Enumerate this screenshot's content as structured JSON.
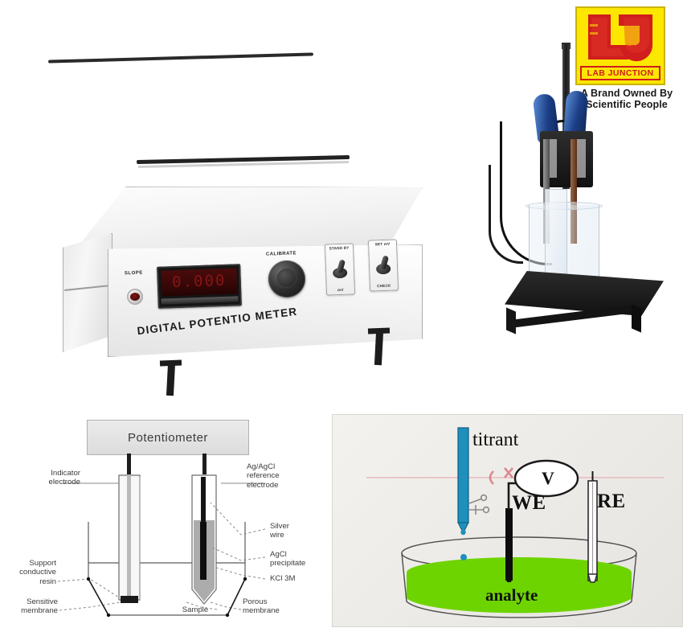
{
  "brand": {
    "logo_letters": "LJ",
    "logo_caption": "LAB JUNCTION",
    "tagline_line1": "A Brand Owned By",
    "tagline_line2": "Scientific   People",
    "logo_bg_color": "#fde600",
    "logo_letter_color": "#d01d1d"
  },
  "instrument": {
    "front_brand_text": "DIGITAL POTENTIO METER",
    "slope_label": "SLOPE",
    "calibrate_label": "CALIBRATE",
    "display_value": "0.000",
    "switch_left": {
      "top_label": "STAND BY",
      "bottom_label": "mV"
    },
    "switch_right": {
      "top_label": "SET mV",
      "bottom_label": "CHECK"
    }
  },
  "diagram_electrode": {
    "title_box": "Potentiometer",
    "labels": {
      "indicator_electrode": "Indicator\nelectrode",
      "indicator_electrode_l1": "Indicator",
      "indicator_electrode_l2": "electrode",
      "reference_electrode_l1": "Ag/AgCl",
      "reference_electrode_l2": "reference",
      "reference_electrode_l3": "electrode",
      "silver_wire_l1": "Silver",
      "silver_wire_l2": "wire",
      "agcl_precipitate_l1": "AgCl",
      "agcl_precipitate_l2": "precipitate",
      "kcl": "KCl 3M",
      "support_resin_l1": "Support",
      "support_resin_l2": "conductive",
      "support_resin_l3": "resin",
      "sensitive_membrane_l1": "Sensitive",
      "sensitive_membrane_l2": "membrane",
      "sample": "Sample",
      "porous_membrane_l1": "Porous",
      "porous_membrane_l2": "membrane"
    }
  },
  "diagram_titration": {
    "titrant_label": "titrant",
    "working_electrode_label": "WE",
    "reference_electrode_label": "RE",
    "voltmeter_label": "V",
    "analyte_label": "analyte",
    "colors": {
      "analyte_green": "#6ed400",
      "burette_blue": "#1f8fbb",
      "panel_bg": "#efeeea"
    }
  }
}
